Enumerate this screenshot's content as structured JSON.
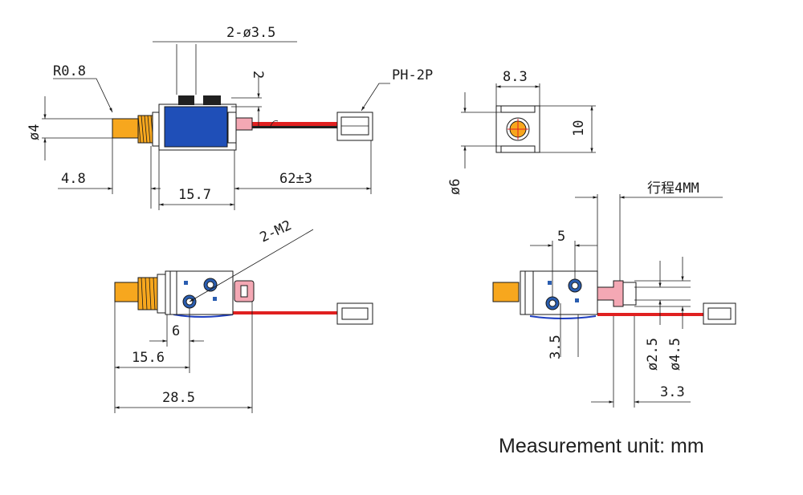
{
  "views": {
    "top": {
      "radius_label": "R0.8",
      "hole_label": "2-ø3.5",
      "gap_label": "2",
      "connector_label": "PH-2P",
      "plunger_diameter_label": "ø4",
      "plunger_length_label": "4.8",
      "body_length_label": "15.7",
      "wire_length_label": "62±3"
    },
    "end": {
      "width_label": "8.3",
      "height_label": "10",
      "plunger_diameter_label": "ø6"
    },
    "side": {
      "thread_label": "2-M2",
      "hole_offset_label": "6",
      "hole_to_tip_label": "15.6",
      "overall_length_label": "28.5"
    },
    "stroke": {
      "stroke_label": "行程4MM",
      "pitch_label": "5",
      "offset_label": "3.5",
      "diameter_small_label": "ø2.5",
      "diameter_large_label": "ø4.5",
      "tail_label": "3.3"
    }
  },
  "footer": {
    "unit_note": "Measurement unit: mm"
  },
  "colors": {
    "coil_blue": "#1f4fb8",
    "plunger_orange": "#f7a71e",
    "wire_red": "#e02020",
    "wire_blue": "#2040c0",
    "connector_pink": "#f4a8b4",
    "bolt_blue": "#2a5db0"
  }
}
